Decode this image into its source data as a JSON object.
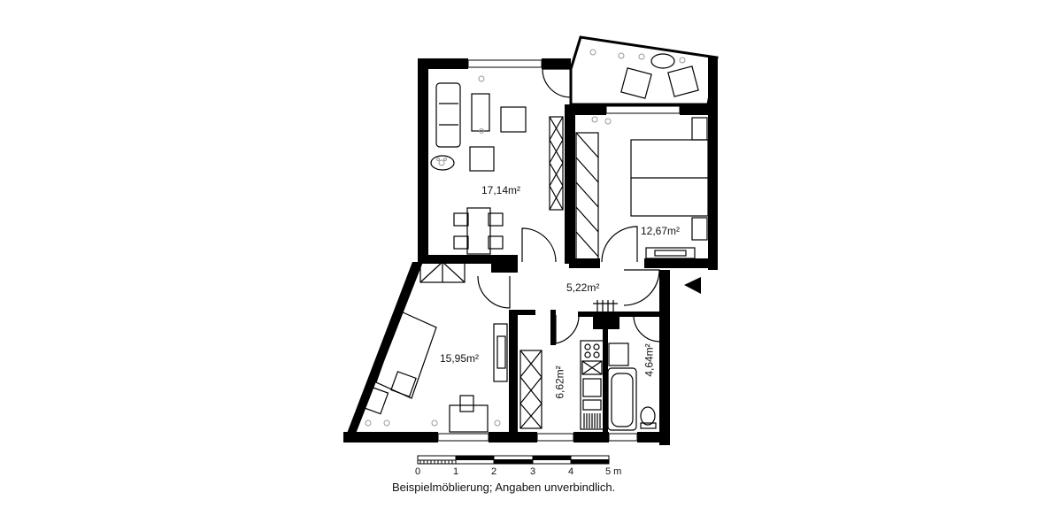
{
  "floorplan": {
    "rooms": [
      {
        "id": "living",
        "area": "17,14m²"
      },
      {
        "id": "bedroom",
        "area": "12,67m²"
      },
      {
        "id": "hallway",
        "area": "5,22m²"
      },
      {
        "id": "room-left",
        "area": "15,95m²"
      },
      {
        "id": "kitchen",
        "area": "6,62m²"
      },
      {
        "id": "bathroom",
        "area": "4,64m²"
      }
    ],
    "entrance_marker": "entrance-arrow",
    "scale_bar": {
      "ticks": [
        "0",
        "1",
        "2",
        "3",
        "4",
        "5 m"
      ]
    },
    "caption": "Beispielmöblierung; Angaben unverbindlich.",
    "colors": {
      "wall": "#000000",
      "background": "#ffffff",
      "plant": "#bbbbbb"
    }
  }
}
